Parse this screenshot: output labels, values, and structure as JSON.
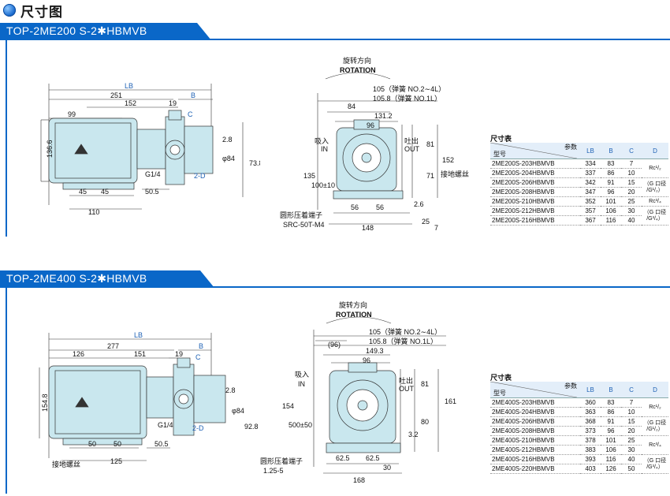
{
  "page": {
    "title": "尺寸图"
  },
  "sections": [
    {
      "header": "TOP-2ME200 S-2✱HBMVB",
      "side": {
        "lb": "LB",
        "d251": "251",
        "d152": "152",
        "d19": "19",
        "b": "B",
        "c": "C",
        "d99": "99",
        "d136": "136.6",
        "d28": "2.8",
        "phi84": "φ84",
        "d73": "73.8",
        "g14": "G1/4",
        "two_d": "2-D",
        "d45a": "45",
        "d45b": "45",
        "d505": "50.5",
        "d110": "110"
      },
      "front": {
        "rot_cn": "旋转方向",
        "rot_en": "ROTATION",
        "spring1": "105（弹簧 NO.2∼4L）",
        "spring2": "105.8（弹簧 NO.1L）",
        "d84": "84",
        "d1312": "131.2",
        "d96": "96",
        "in_cn": "吸入",
        "in_en": "IN",
        "out_cn": "吐出",
        "out_en": "OUT",
        "d135": "135",
        "d100": "100±10",
        "d81": "81",
        "d71": "71",
        "d152": "152",
        "ground": "接地螺丝",
        "d26": "2.6",
        "d56a": "56",
        "d56b": "56",
        "terminal_cn": "圆形压着端子",
        "terminal_en": "SRC-50T-M4",
        "d148": "148",
        "d25": "25",
        "d7": "7"
      },
      "table": {
        "caption": "尺寸表",
        "param_label": "参数",
        "model_label": "型号",
        "headers": [
          "LB",
          "B",
          "C",
          "D"
        ],
        "rows": [
          [
            "2ME200S-203HBMVB",
            "334",
            "83",
            "7"
          ],
          [
            "2ME200S-204HBMVB",
            "337",
            "86",
            "10"
          ],
          [
            "2ME200S-206HBMVB",
            "342",
            "91",
            "15"
          ],
          [
            "2ME200S-208HBMVB",
            "347",
            "96",
            "20"
          ],
          [
            "2ME200S-210HBMVB",
            "352",
            "101",
            "25"
          ],
          [
            "2ME200S-212HBMVB",
            "357",
            "106",
            "30"
          ],
          [
            "2ME200S-216HBMVB",
            "367",
            "116",
            "40"
          ]
        ],
        "d_groups": [
          {
            "main": "Rc¹/₂",
            "sub": ""
          },
          {
            "main": "（G 口径",
            "sub": "/G¹/₂）"
          },
          {
            "main": "Rc³/₄",
            "sub": ""
          },
          {
            "main": "（G 口径",
            "sub": "/G³/₄）"
          }
        ]
      }
    },
    {
      "header": "TOP-2ME400 S-2✱HBMVB",
      "side": {
        "lb": "LB",
        "d277": "277",
        "d126": "126",
        "d151": "151",
        "d19": "19",
        "b": "B",
        "c": "C",
        "d1548": "154.8",
        "d28": "2.8",
        "phi84": "φ84",
        "d928": "92.8",
        "g14": "G1/4",
        "two_d": "2-D",
        "d50a": "50",
        "d50b": "50",
        "d505": "50.5",
        "d125": "125",
        "ground": "接地螺丝"
      },
      "front": {
        "rot_cn": "旋转方向",
        "rot_en": "ROTATION",
        "spring1": "105（弹簧 NO.2∼4L）",
        "spring2": "105.8（弹簧 NO.1L）",
        "d96p": "(96)",
        "d1493": "149.3",
        "d96": "96",
        "in_cn": "吸入",
        "in_en": "IN",
        "out_cn": "吐出",
        "out_en": "OUT",
        "d154": "154",
        "d500": "500±50",
        "d81": "81",
        "d80": "80",
        "d32": "3.2",
        "d161": "161",
        "d625a": "62.5",
        "d625b": "62.5",
        "terminal_cn": "圆形压着端子",
        "terminal_en": "1.25-5",
        "d168": "168",
        "d30": "30"
      },
      "table": {
        "caption": "尺寸表",
        "param_label": "参数",
        "model_label": "型号",
        "headers": [
          "LB",
          "B",
          "C",
          "D"
        ],
        "rows": [
          [
            "2ME400S-203HBMVB",
            "360",
            "83",
            "7"
          ],
          [
            "2ME400S-204HBMVB",
            "363",
            "86",
            "10"
          ],
          [
            "2ME400S-206HBMVB",
            "368",
            "91",
            "15"
          ],
          [
            "2ME400S-208HBMVB",
            "373",
            "96",
            "20"
          ],
          [
            "2ME400S-210HBMVB",
            "378",
            "101",
            "25"
          ],
          [
            "2ME400S-212HBMVB",
            "383",
            "106",
            "30"
          ],
          [
            "2ME400S-216HBMVB",
            "393",
            "116",
            "40"
          ],
          [
            "2ME400S-220HBMVB",
            "403",
            "126",
            "50"
          ]
        ],
        "d_groups": [
          {
            "main": "Rc¹/₂",
            "sub": ""
          },
          {
            "main": "（G 口径",
            "sub": "/G¹/₂）"
          },
          {
            "main": "Rc³/₄",
            "sub": ""
          },
          {
            "main": "（G 口径",
            "sub": "/G³/₄）"
          }
        ]
      }
    }
  ],
  "colors": {
    "accent": "#0a67c8",
    "pump_body": "#c9e7ee",
    "table_head": "#e3eef9",
    "dim_blue": "#1f62b5"
  }
}
